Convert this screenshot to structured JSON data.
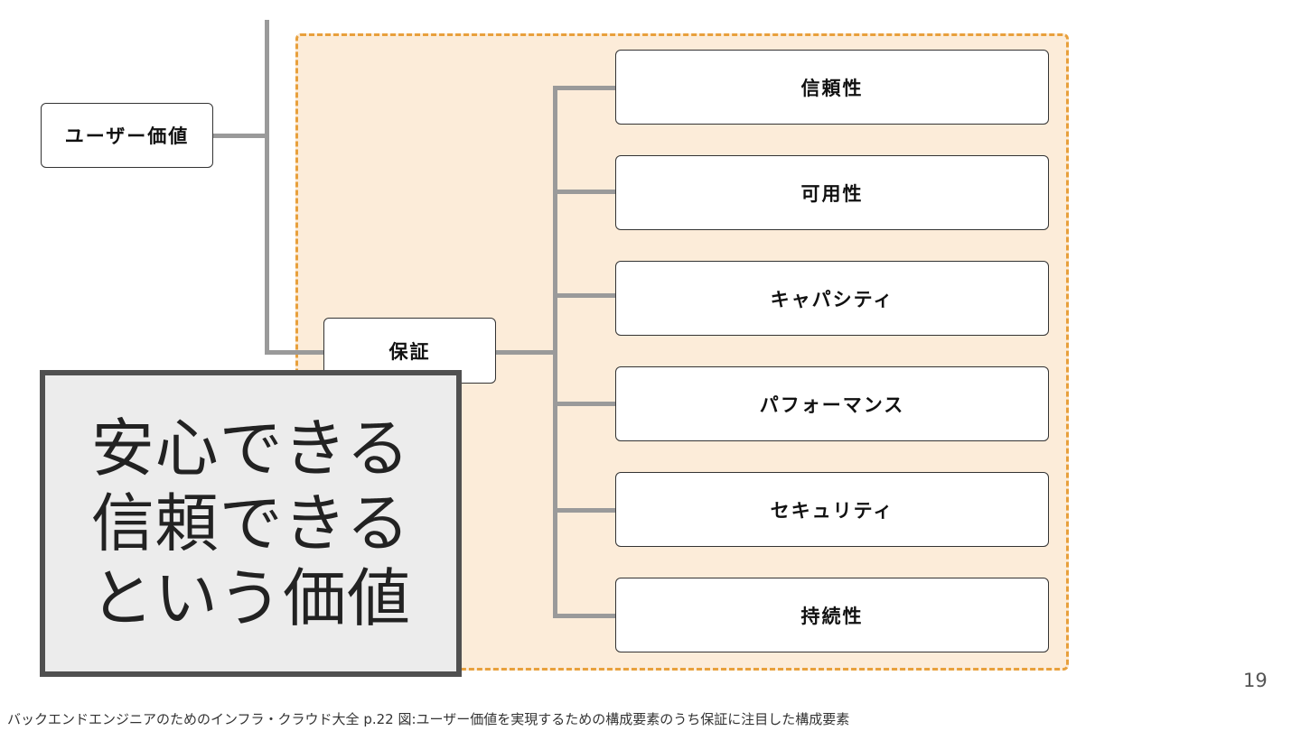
{
  "diagram": {
    "root": "ユーザー価値",
    "assurance": "保証",
    "components": [
      "信頼性",
      "可用性",
      "キャパシティ",
      "パフォーマンス",
      "セキュリティ",
      "持続性"
    ]
  },
  "callout": {
    "lines": [
      "安心できる",
      "信頼できる",
      "という価値"
    ]
  },
  "page_number": "19",
  "caption": "バックエンドエンジニアのためのインフラ・クラウド大全 p.22 図:ユーザー価値を実現するための構成要素のうち保証に注目した構成要素",
  "colors": {
    "zone_fill": "#fcecd9",
    "zone_border": "#e8a03c",
    "connector": "#9a9a9a",
    "callout_fill": "#ececec",
    "callout_border": "#505050"
  }
}
